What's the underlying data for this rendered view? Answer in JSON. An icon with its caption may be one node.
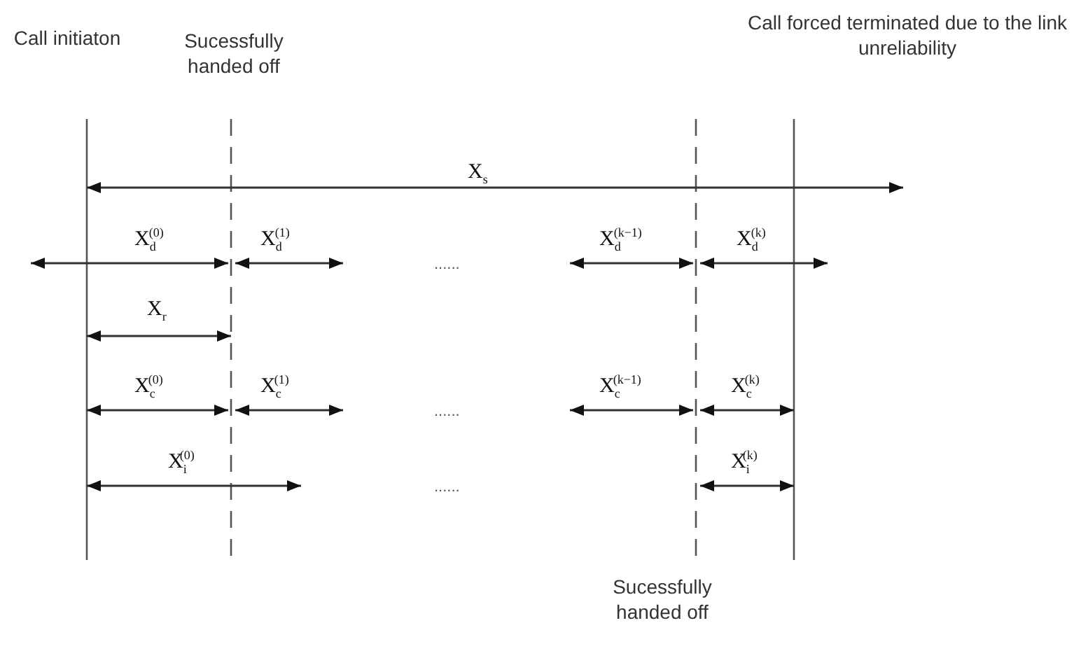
{
  "diagram": {
    "labels": [
      "Call initiaton",
      "Sucessfully handed off",
      "Call forced terminated due to the link unreliability",
      "X$_{s}$",
      "X$_{d}$$^{(0)}$",
      "X$_{d}$$^{(1)}$",
      "......",
      "X$_{d}$$^{(k−1)}$",
      "X$_{d}$$^{(k)}$",
      "X$_{r}$",
      "X$_{c}$$^{(0)}$",
      "X$_{c}$$^{(1)}$",
      "......",
      "X$_{c}$$^{(k−1)}$",
      "X$_{c}$$^{(k)}$",
      "X$_{i}$$^{(0)}$",
      "......",
      "X$_{i}$$^{(k)}$",
      "Sucessfully handed off"
    ]
  }
}
